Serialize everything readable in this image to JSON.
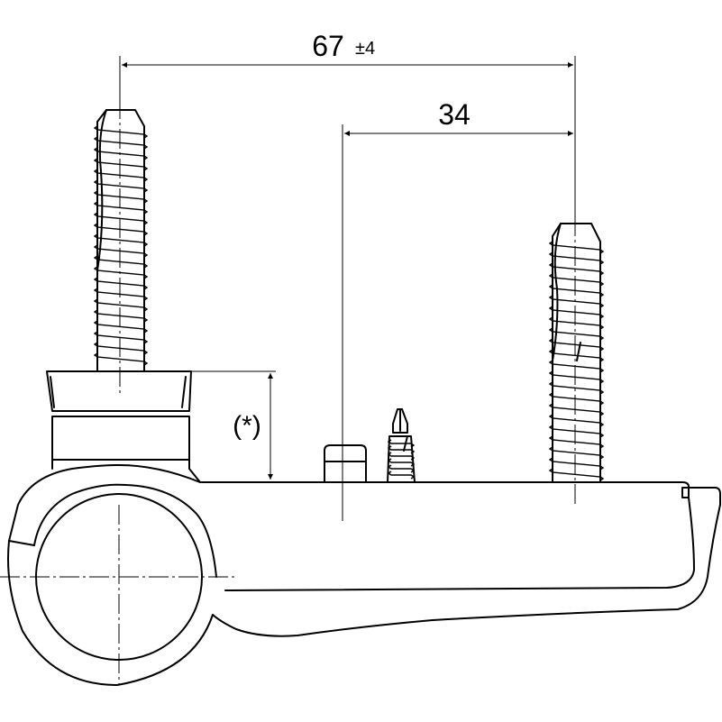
{
  "dimensions": {
    "overall_value": "67",
    "overall_tolerance": "±4",
    "offset_value": "34",
    "height_note": "(*)"
  }
}
